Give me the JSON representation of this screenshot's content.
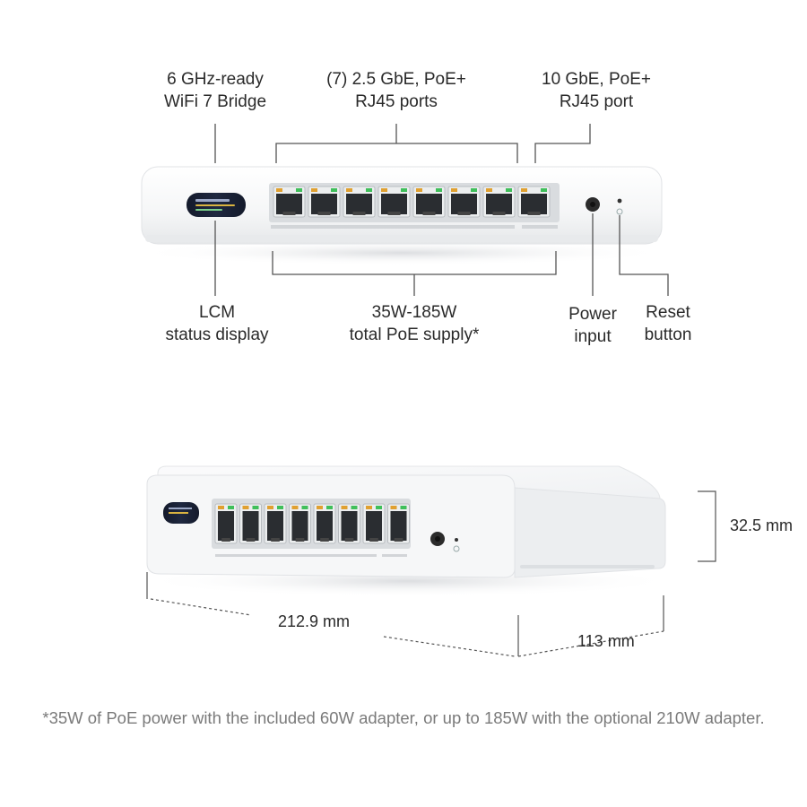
{
  "callouts": {
    "wifi_bridge": [
      "6 GHz-ready",
      "WiFi 7 Bridge"
    ],
    "poe_ports": [
      "(7) 2.5 GbE, PoE+",
      "RJ45 ports"
    ],
    "ten_gbe_port": [
      "10 GbE, PoE+",
      "RJ45 port"
    ],
    "lcm": [
      "LCM",
      "status display"
    ],
    "poe_supply": [
      "35W-185W",
      "total PoE supply*"
    ],
    "power_input": [
      "Power",
      "input"
    ],
    "reset": [
      "Reset",
      "button"
    ]
  },
  "dimensions": {
    "height": "32.5 mm",
    "width": "212.9 mm",
    "depth": "113 mm"
  },
  "footnote": "*35W of PoE power with the included 60W adapter, or up to 185W with the optional 210W adapter.",
  "colors": {
    "device_body": "#f4f5f6",
    "port_led_green": "#3fbf5a",
    "port_led_amber": "#e0a030",
    "leader_line": "#555555"
  },
  "icons": [
    "lcm-display-icon",
    "rj45-port-icon",
    "power-jack-icon",
    "reset-button-icon"
  ]
}
